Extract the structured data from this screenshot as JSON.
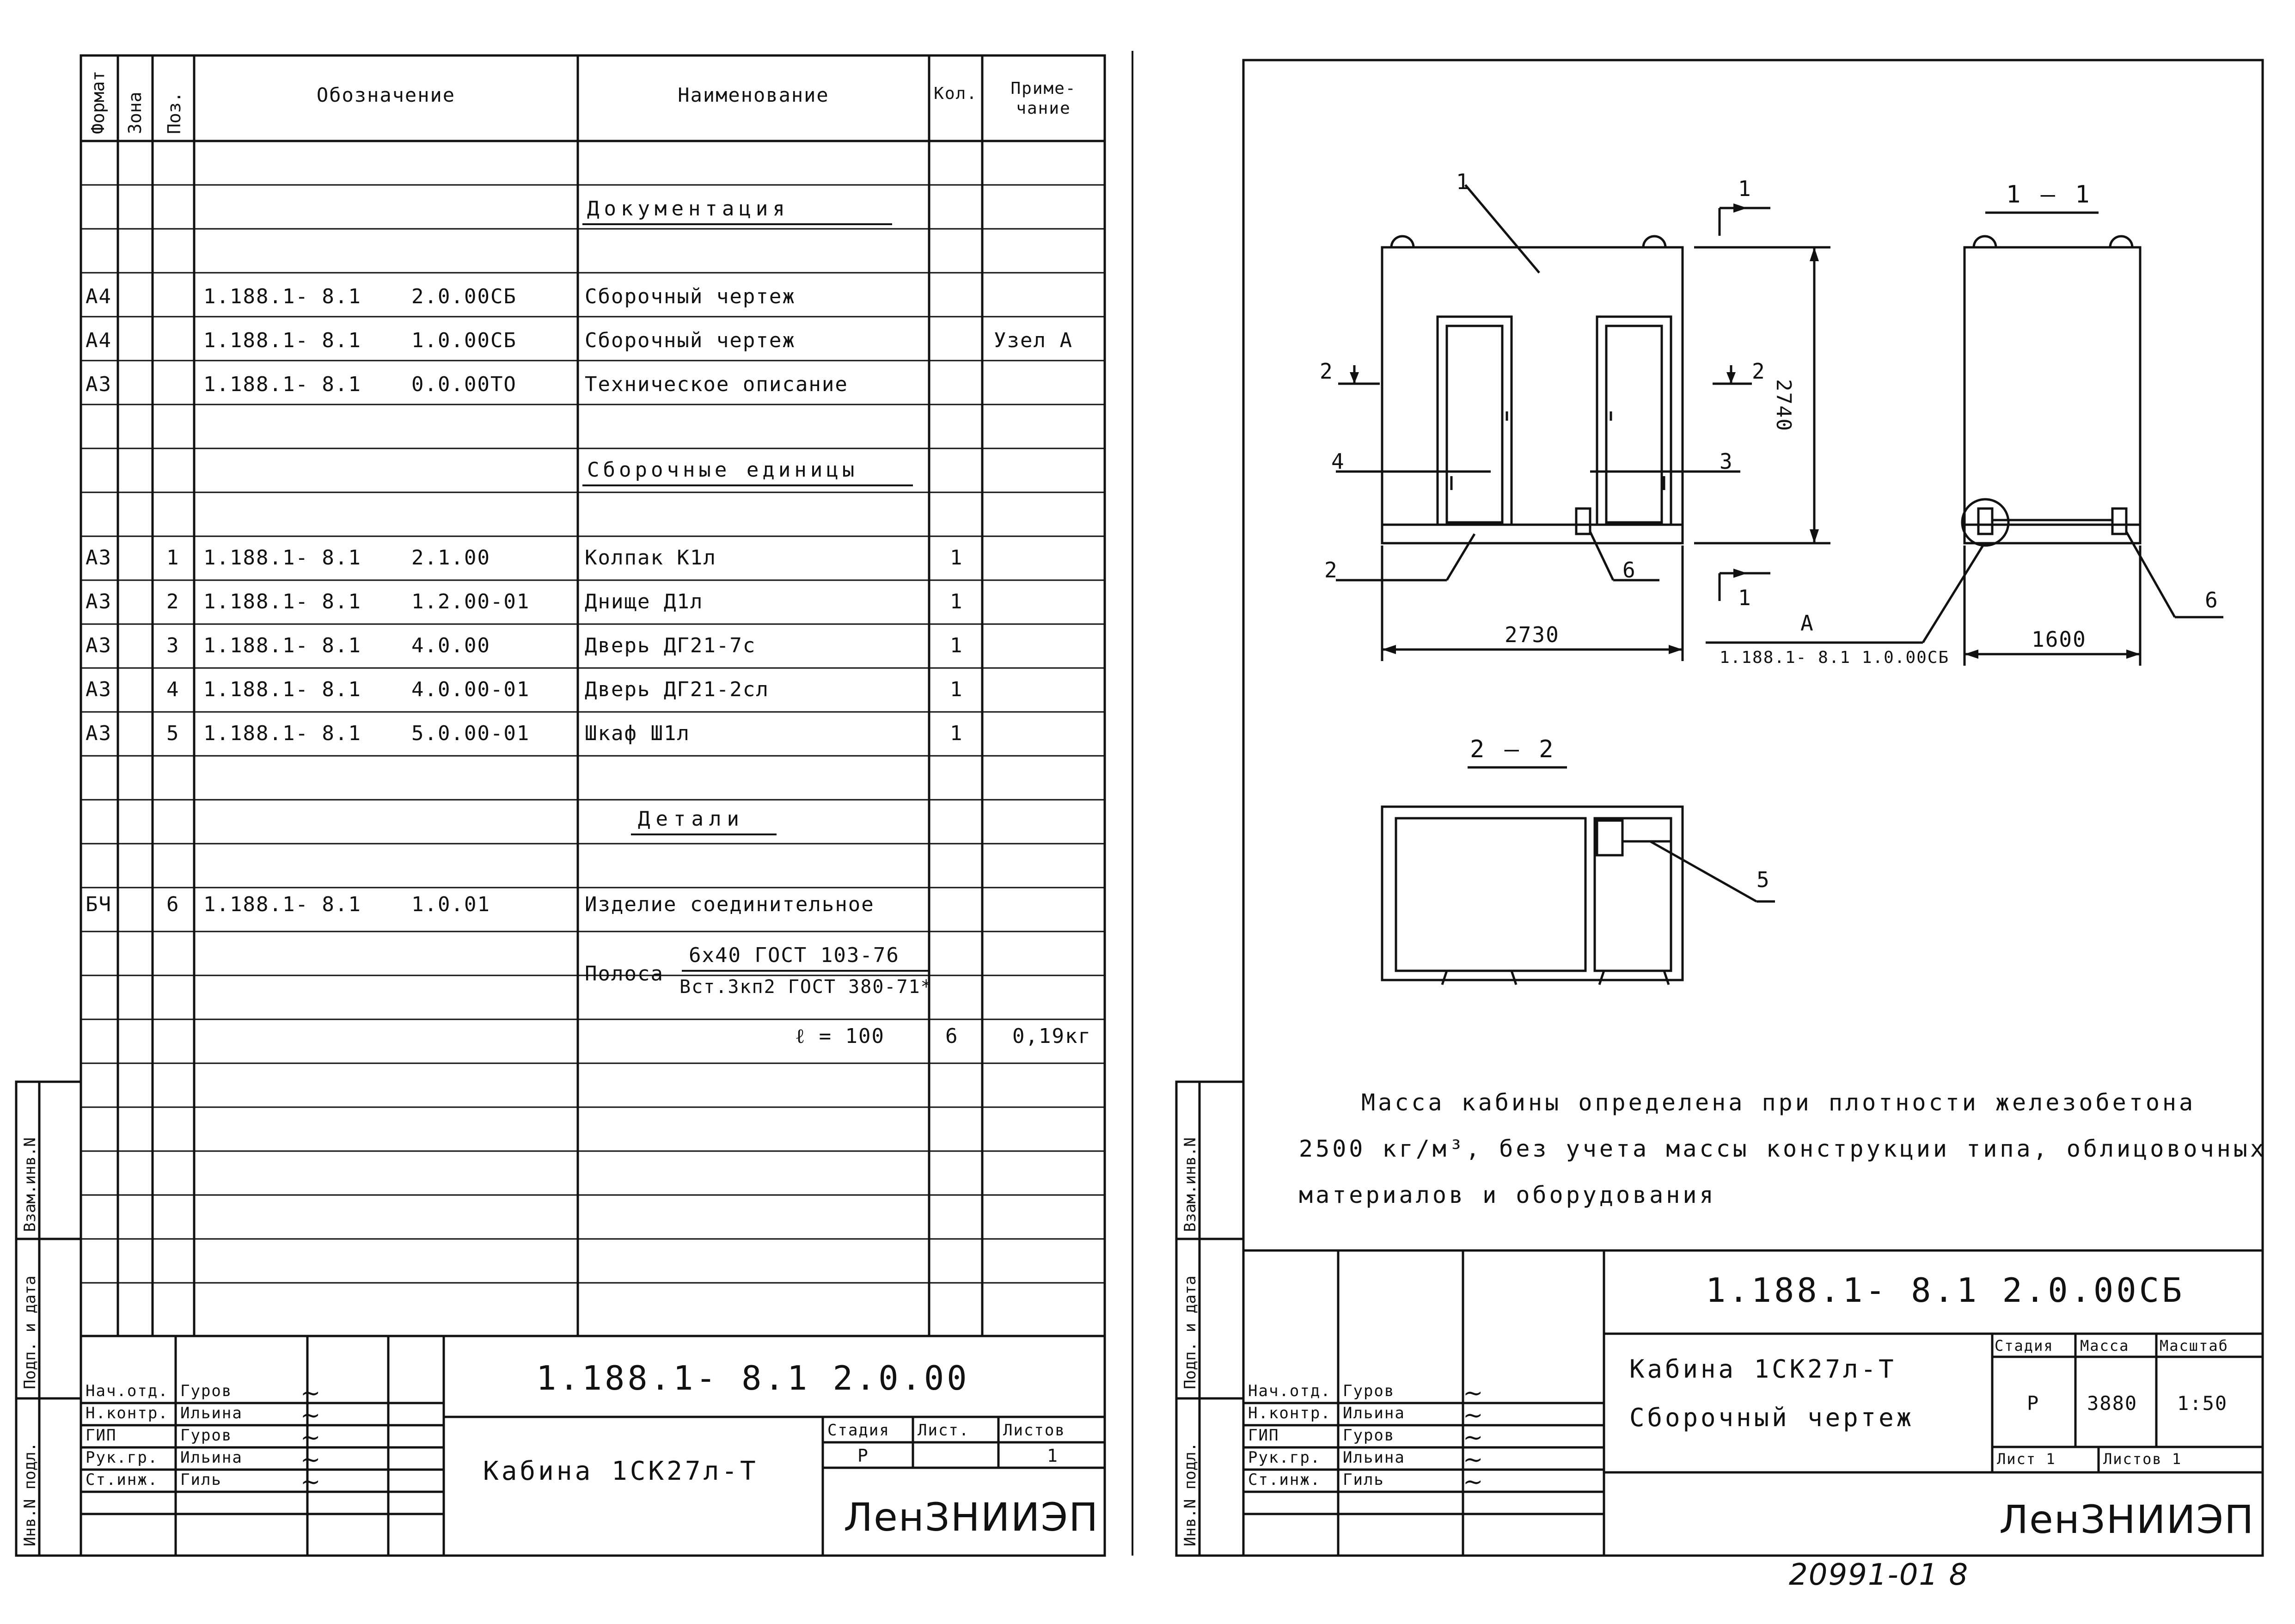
{
  "left": {
    "headers": {
      "format": "Формат",
      "zone": "Зона",
      "pos": "Поз.",
      "designation": "Обозначение",
      "name": "Наименование",
      "qty": "Кол.",
      "note": "Приме-чание"
    },
    "sections": {
      "docs": "Документация",
      "units": "Сборочные единицы",
      "details": "Детали"
    },
    "rows": [
      {
        "fmt": "А4",
        "pos": "",
        "des1": "1.188.1- 8.1",
        "des2": "2.0.00СБ",
        "name": "Сборочный чертеж",
        "qty": "",
        "note": ""
      },
      {
        "fmt": "А4",
        "pos": "",
        "des1": "1.188.1- 8.1",
        "des2": "1.0.00СБ",
        "name": "Сборочный чертеж",
        "qty": "",
        "note": "Узел А"
      },
      {
        "fmt": "А3",
        "pos": "",
        "des1": "1.188.1- 8.1",
        "des2": "0.0.00ТО",
        "name": "Техническое описание",
        "qty": "",
        "note": ""
      },
      {
        "fmt": "А3",
        "pos": "1",
        "des1": "1.188.1- 8.1",
        "des2": "2.1.00",
        "name": "Колпак К1л",
        "qty": "1",
        "note": ""
      },
      {
        "fmt": "А3",
        "pos": "2",
        "des1": "1.188.1- 8.1",
        "des2": "1.2.00-01",
        "name": "Днище Д1л",
        "qty": "1",
        "note": ""
      },
      {
        "fmt": "А3",
        "pos": "3",
        "des1": "1.188.1- 8.1",
        "des2": "4.0.00",
        "name": "Дверь ДГ21-7с",
        "qty": "1",
        "note": ""
      },
      {
        "fmt": "А3",
        "pos": "4",
        "des1": "1.188.1- 8.1",
        "des2": "4.0.00-01",
        "name": "Дверь ДГ21-2сл",
        "qty": "1",
        "note": ""
      },
      {
        "fmt": "А3",
        "pos": "5",
        "des1": "1.188.1- 8.1",
        "des2": "5.0.00-01",
        "name": "Шкаф Ш1л",
        "qty": "1",
        "note": ""
      },
      {
        "fmt": "БЧ",
        "pos": "6",
        "des1": "1.188.1- 8.1",
        "des2": "1.0.01",
        "name": "Изделие соединительное",
        "qty": "",
        "note": ""
      }
    ],
    "strip": {
      "prefix": "Полоса",
      "top": "6х40 ГОСТ 103-76",
      "bottom": "Вст.3кп2 ГОСТ 380-71*"
    },
    "length": {
      "label": "ℓ = 100",
      "qty": "6",
      "note": "0,19кг"
    },
    "title": {
      "code": "1.188.1- 8.1     2.0.00",
      "name": "Кабина 1СК27л-Т",
      "org": "ЛенЗНИИЭП",
      "stage_label": "Стадия",
      "sheet_label": "Лист.",
      "sheets_label": "Листов",
      "stage": "Р",
      "sheets": "1"
    },
    "people": [
      {
        "role": "Нач.отд.",
        "name": "Гуров"
      },
      {
        "role": "Н.контр.",
        "name": "Ильина"
      },
      {
        "role": "ГИП",
        "name": "Гуров"
      },
      {
        "role": "Рук.гр.",
        "name": "Ильина"
      },
      {
        "role": "Ст.инж.",
        "name": "Гиль"
      }
    ]
  },
  "right": {
    "labels": {
      "pos1": "1",
      "pos2": "2",
      "pos3": "3",
      "pos4": "4",
      "pos5": "5",
      "pos6a": "6",
      "pos6b": "6",
      "cut1": "1",
      "cut1b": "1",
      "cut2a": "2",
      "cut2b": "2",
      "view11": "1 — 1",
      "view22": "2 — 2",
      "detail": "А",
      "detail_ref": "1.188.1- 8.1  1.0.00СБ"
    },
    "dims": {
      "height": "2740",
      "width": "2730",
      "depth": "1600"
    },
    "note": [
      "Масса кабины определена при плотности железобетона",
      "2500 кг/м³, без учета массы конструкции типа, облицовочных",
      "материалов и оборудования"
    ],
    "title": {
      "code": "1.188.1- 8.1     2.0.00СБ",
      "name1": "Кабина 1СК27л-Т",
      "name2": "Сборочный чертеж",
      "stage_label": "Стадия",
      "mass_label": "Масса",
      "scale_label": "Масштаб",
      "stage": "Р",
      "mass": "3880",
      "scale": "1:50",
      "sheet_label": "Лист 1",
      "sheets_label": "Листов 1",
      "org": "ЛенЗНИИЭП"
    },
    "people": [
      {
        "role": "Нач.отд.",
        "name": "Гуров"
      },
      {
        "role": "Н.контр.",
        "name": "Ильина"
      },
      {
        "role": "ГИП",
        "name": "Гуров"
      },
      {
        "role": "Рук.гр.",
        "name": "Ильина"
      },
      {
        "role": "Ст.инж.",
        "name": "Гиль"
      }
    ]
  },
  "side": {
    "inv": "Инв.N подл.",
    "sign": "Подп. и дата",
    "vzam": "Взам.инв.N"
  },
  "archive": "20991-01  8"
}
